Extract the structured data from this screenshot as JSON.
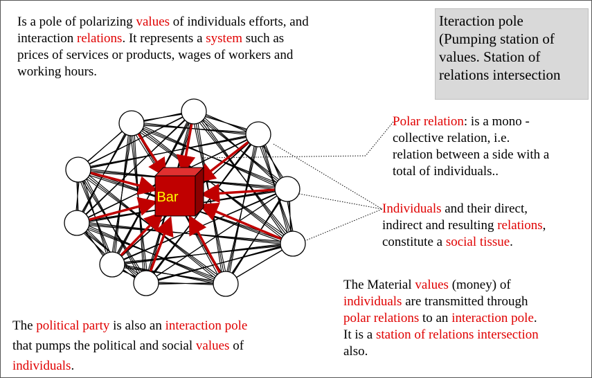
{
  "title_box": {
    "line1": "Iteraction pole",
    "line2": "(Pumping station of",
    "line3": "values. Station of",
    "line4": "relations intersection"
  },
  "intro": {
    "l1a": "Is a pole of polarizing ",
    "l1b": "values",
    "l1c": " of individuals efforts, and",
    "l2a": "interaction ",
    "l2b": "relations",
    "l2c": ". It represents a ",
    "l2d": "system",
    "l2e": " such as",
    "l3": "prices of services or products, wages of workers and",
    "l4": "working hours."
  },
  "polar_note": {
    "l1a": "Polar relation",
    "l1b": ": is a mono -",
    "l2": "collective relation, i.e.",
    "l3": "relation between a side with a",
    "l4": "total of individuals.."
  },
  "individuals_note": {
    "l1a": "Individuals",
    "l1b": " and their direct,",
    "l2a": "indirect and resulting ",
    "l2b": "relations",
    "l3a": "constitute a ",
    "l3b": "social tissue",
    "l3c": "."
  },
  "material_note": {
    "l1a": "The Material ",
    "l1b": "values",
    "l1c": " (money) of",
    "l2a": "individuals",
    "l2b": " are transmitted through",
    "l3a": "polar relations",
    "l3b": " to an ",
    "l3c": "interaction pole",
    "l3d": ".",
    "l4a": "It is a ",
    "l4b": "station of relations intersection",
    "l5": "also."
  },
  "party_note": {
    "l1a": "The ",
    "l1b": "political party",
    "l1c": " is also an ",
    "l1d": "interaction pole",
    "l2a": "that pumps the political and social ",
    "l2b": "values",
    "l2c": " of",
    "l3a": "individuals",
    "l3b": "."
  },
  "diagram": {
    "center_label": "Bar",
    "colors": {
      "arrow": "#c00000",
      "cube_front": "#c00000",
      "cube_top": "#e03030",
      "cube_side": "#8b0000",
      "label": "#ffff00",
      "red_text": "#e00000"
    }
  }
}
